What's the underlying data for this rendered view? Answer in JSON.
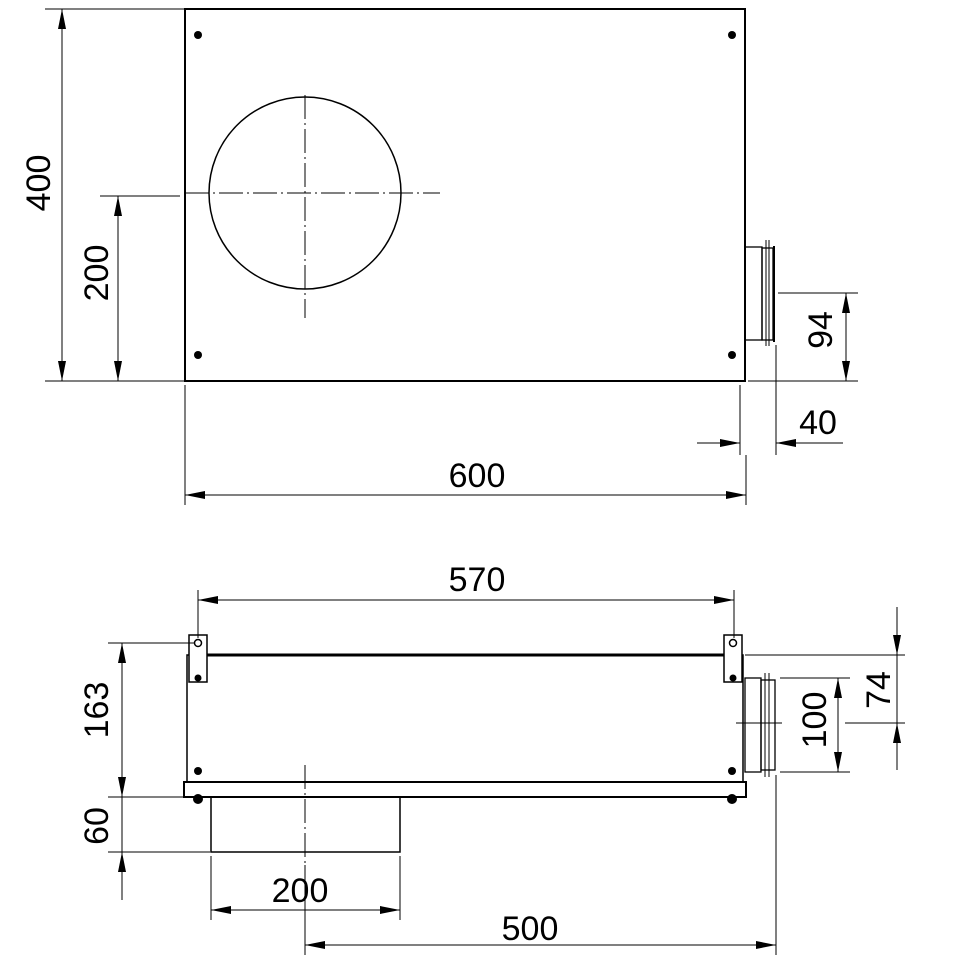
{
  "drawing": {
    "top_view": {
      "dimensions": {
        "height_total": "400",
        "inlet_center_height": "200",
        "outlet_center_height": "94",
        "outlet_length": "40",
        "width_total": "600"
      }
    },
    "side_view": {
      "dimensions": {
        "bracket_spacing": "570",
        "body_height": "163",
        "inlet_spigot_height": "60",
        "inlet_spigot_diameter": "200",
        "inlet_to_outlet": "500",
        "outlet_diameter": "100",
        "outlet_center_from_top": "74"
      }
    },
    "line_color": "#000000"
  }
}
